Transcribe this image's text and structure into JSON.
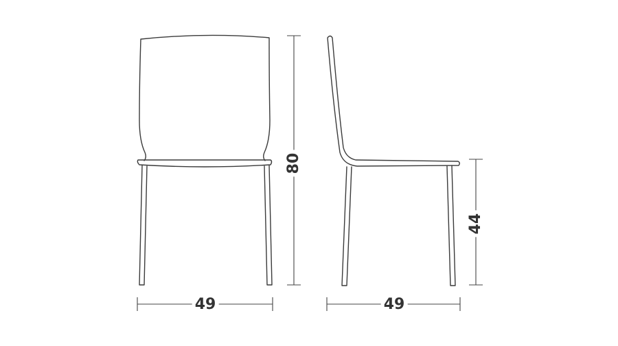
{
  "front_view": {
    "width_label": "49",
    "height_label": "80"
  },
  "side_view": {
    "depth_label": "49",
    "seat_height_label": "44"
  },
  "colors": {
    "stroke": "#3a3a3a",
    "dimension": "#444444",
    "background": "#ffffff"
  }
}
